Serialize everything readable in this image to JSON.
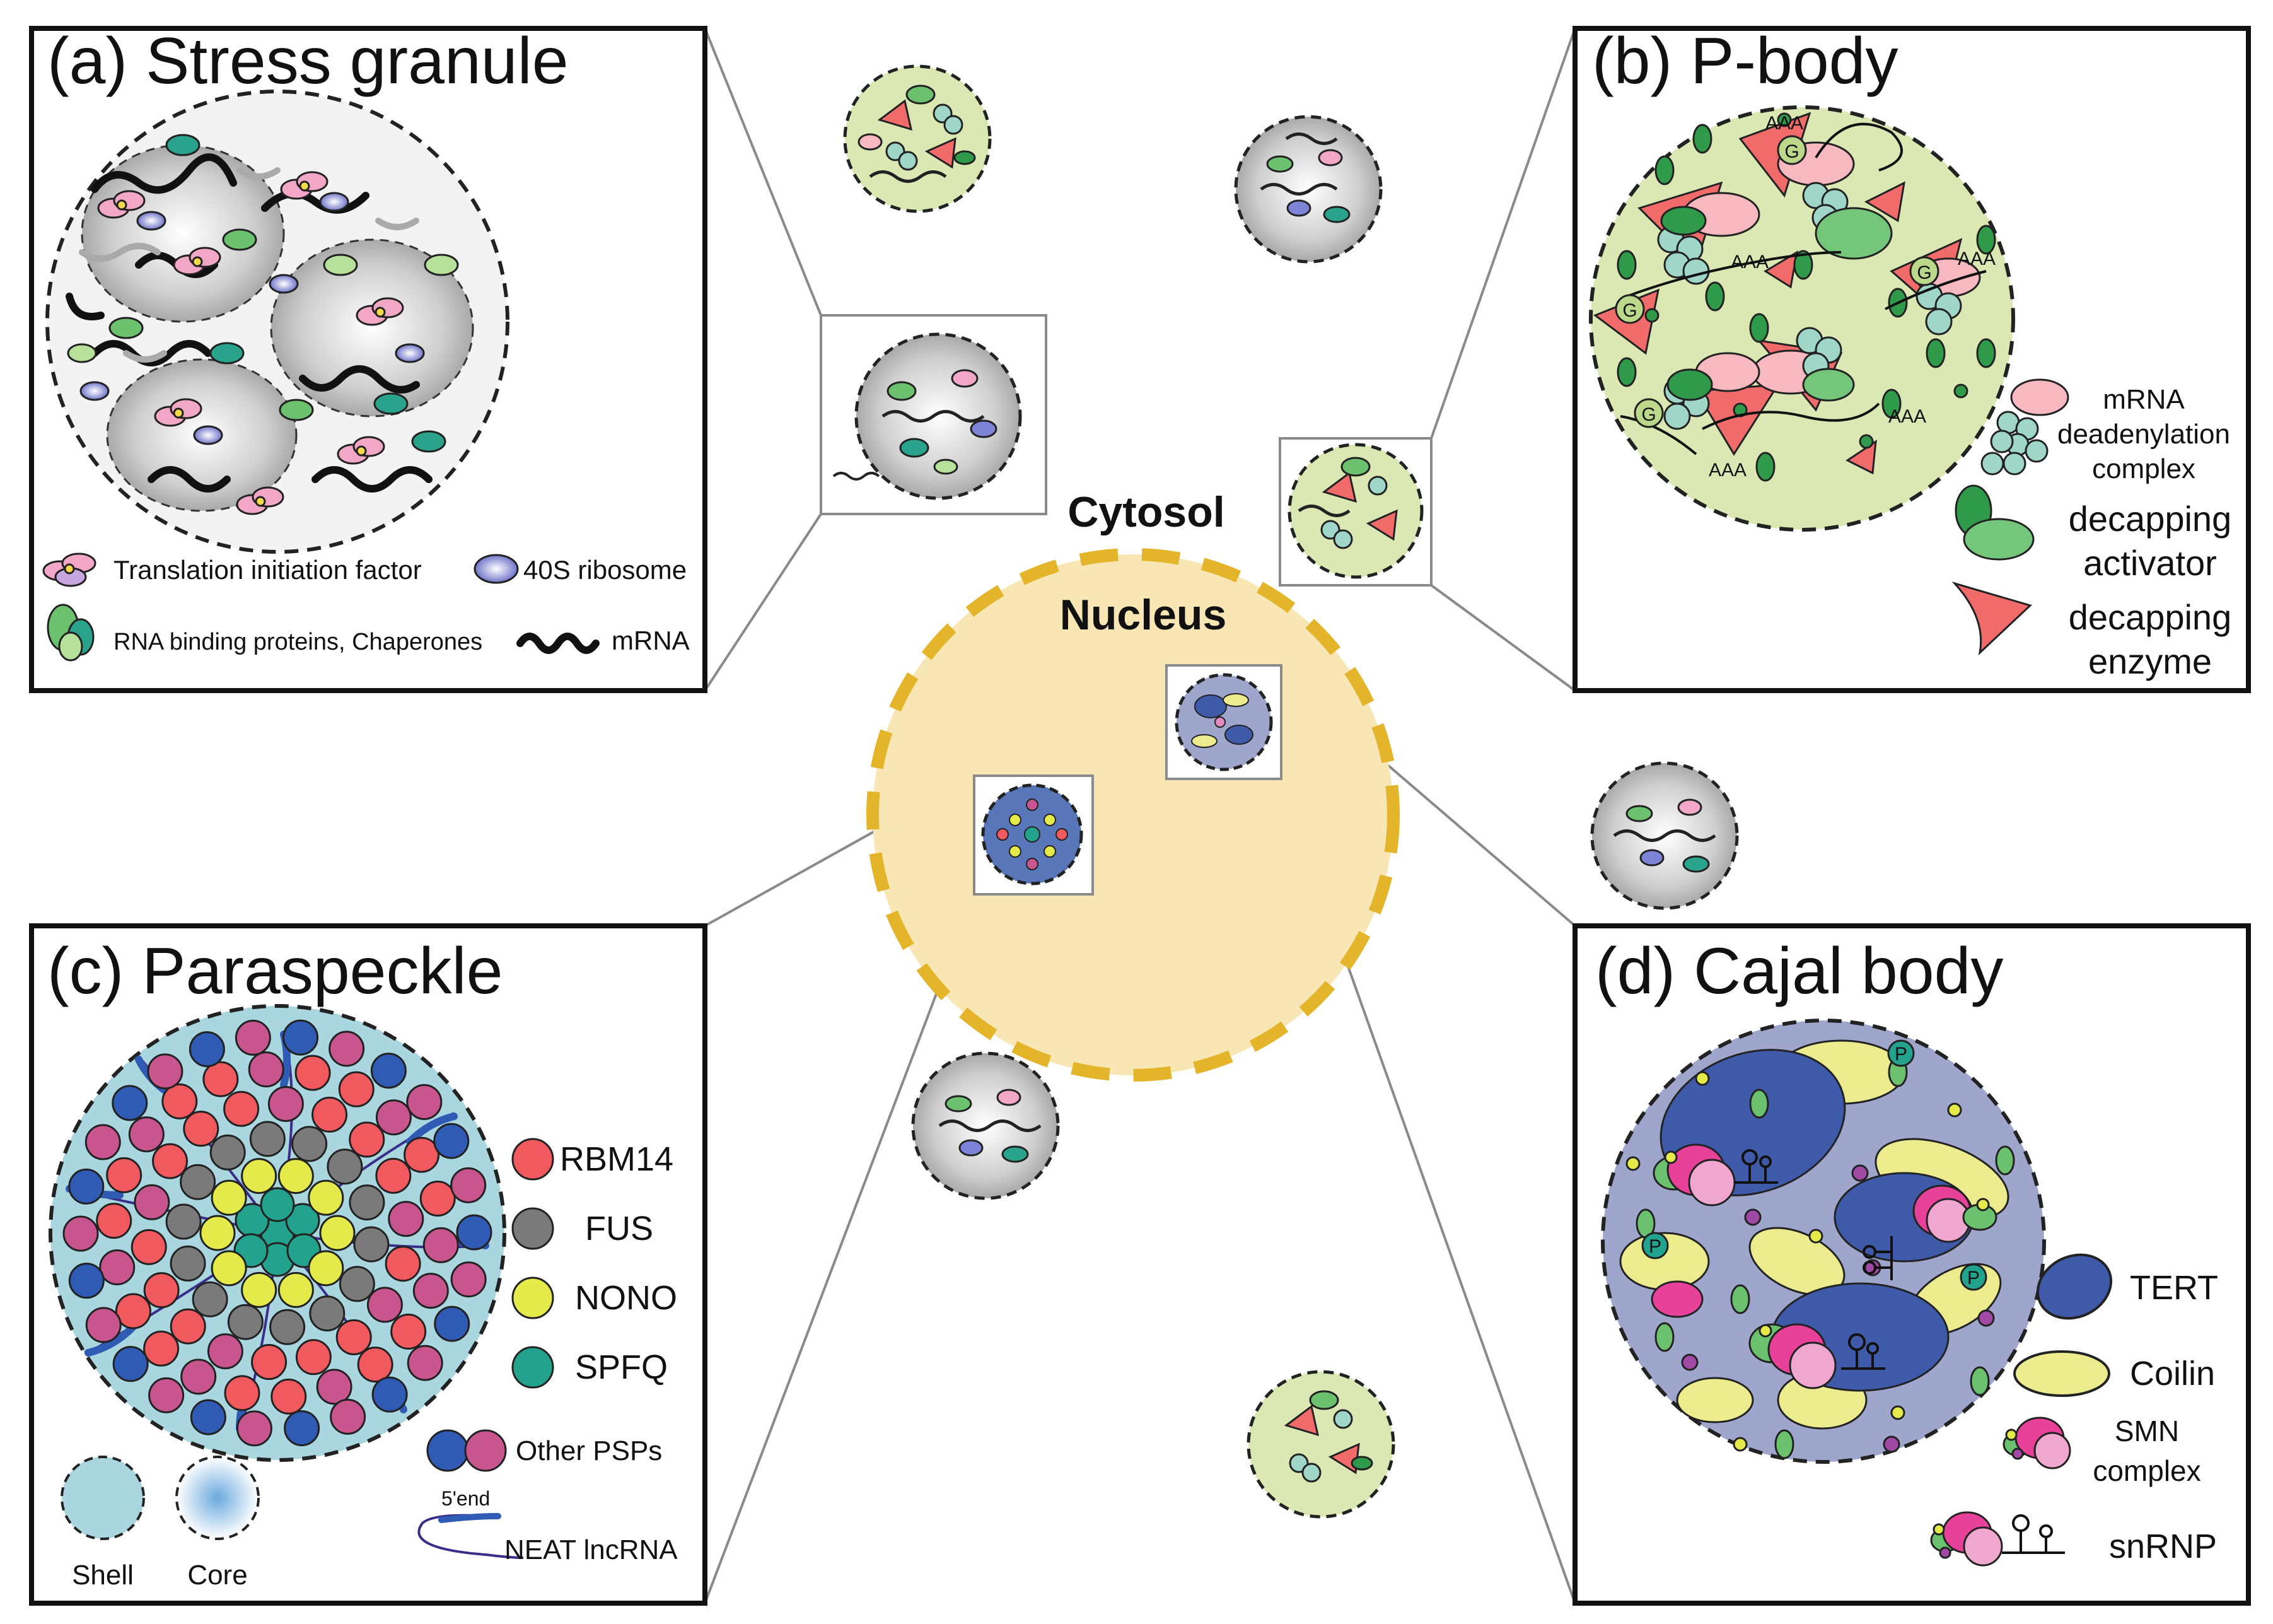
{
  "center": {
    "cytosol": "Cytosol",
    "nucleus": "Nucleus"
  },
  "panels": {
    "a": {
      "title": "(a) Stress granule",
      "legend": [
        {
          "key": "translation-factor",
          "label": "Translation initiation factor"
        },
        {
          "key": "ribosome-40s",
          "label": "40S ribosome"
        },
        {
          "key": "rbp-chaperones",
          "label": "RNA binding proteins, Chaperones"
        },
        {
          "key": "mrna",
          "label": "mRNA"
        }
      ]
    },
    "b": {
      "title": "(b) P-body",
      "legend": [
        {
          "key": "deadenylation",
          "lines": [
            "mRNA",
            "deadenylation",
            "complex"
          ]
        },
        {
          "key": "decapping-activator",
          "lines": [
            "decapping",
            "activator"
          ]
        },
        {
          "key": "decapping-enzyme",
          "lines": [
            "decapping",
            "enzyme"
          ]
        }
      ],
      "mrna_marks": {
        "tail": "AAA",
        "cap": "G"
      }
    },
    "c": {
      "title": "(c) Paraspeckle",
      "legend": [
        {
          "key": "rbm14",
          "label": "RBM14",
          "color": "#f05a5f"
        },
        {
          "key": "fus",
          "label": "FUS",
          "color": "#7a7a7a"
        },
        {
          "key": "nono",
          "label": "NONO",
          "color": "#e3ea4a"
        },
        {
          "key": "spfq",
          "label": "SPFQ",
          "color": "#23a38e"
        },
        {
          "key": "other-psps",
          "label": "Other PSPs",
          "colors": [
            "#2f5bb5",
            "#c8558e"
          ]
        }
      ],
      "regions": {
        "shell": "Shell",
        "core": "Core"
      },
      "lncrna": {
        "end_label": "5'end",
        "label": "NEAT lncRNA"
      }
    },
    "d": {
      "title": "(d) Cajal body",
      "legend": [
        {
          "key": "tert",
          "lines": [
            "TERT"
          ],
          "color": "#3e5aa8"
        },
        {
          "key": "coilin",
          "lines": [
            "Coilin"
          ],
          "color": "#ecec8f"
        },
        {
          "key": "smn",
          "lines": [
            "SMN",
            "complex"
          ]
        },
        {
          "key": "snrnp",
          "lines": [
            "snRNP"
          ]
        }
      ],
      "phospho_mark": "P"
    }
  },
  "colors": {
    "nucleus": "#f8e7b4",
    "nucleus_border": "#e4b52b",
    "pbody_fill": "#dbe8b3",
    "paraspeckle_fill": "#a9d6df",
    "cajal_fill": "#9ea6cc",
    "stress_fill": "#eeeeee"
  }
}
